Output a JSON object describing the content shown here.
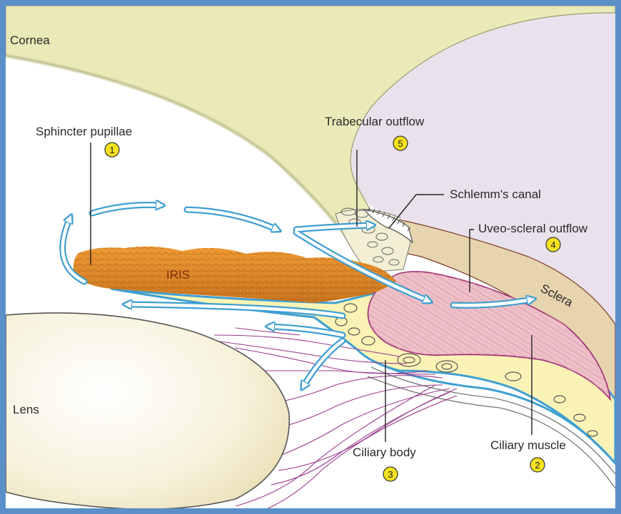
{
  "labels": {
    "cornea": "Cornea",
    "sphincter": "Sphincter pupillae",
    "trabecular": "Trabecular outflow",
    "schlemm": "Schlemm's canal",
    "uveo": "Uveo-scleral outflow",
    "iris": "IRIS",
    "sclera": "Sclera",
    "lens": "Lens",
    "ciliary_body": "Ciliary body",
    "ciliary_muscle": "Ciliary muscle"
  },
  "numbers": {
    "sphincter": "1",
    "ciliary_muscle": "2",
    "ciliary_body": "3",
    "uveo": "4",
    "trabecular": "5"
  },
  "colors": {
    "frame": "#5b8fc8",
    "background": "#e9e2ec",
    "cornea": "#eaeab8",
    "sclera": "#e6d4ae",
    "iris": "#e08a2c",
    "ciliary_body": "#fbf3b5",
    "ciliary_muscle": "#eec0c8",
    "zonules": "#9a3c8e",
    "lens": "#f6f0da",
    "flow_arrow": "#3f9fd1",
    "number_badge": "#f6e21f"
  }
}
